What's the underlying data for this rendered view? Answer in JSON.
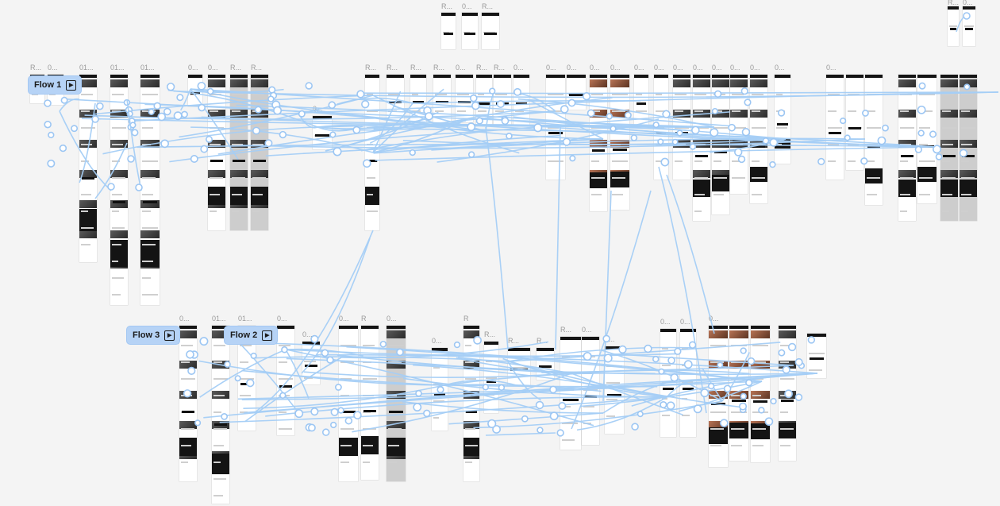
{
  "canvas": {
    "background": "#f4f4f4",
    "accent": "#a4cdf6",
    "frame_dark": "#141414"
  },
  "flows": [
    {
      "label": "Flow 1",
      "icon": "play-icon"
    },
    {
      "label": "Flow 2",
      "icon": "play-icon"
    },
    {
      "label": "Flow 3",
      "icon": "play-icon"
    }
  ],
  "frame_labels": {
    "top_cluster": [
      "R...",
      "0...",
      "R..."
    ],
    "top_right": [
      "R...",
      "0..."
    ],
    "row1": [
      "R...",
      "0...",
      "01...",
      "01...",
      "01...",
      "0...",
      "0...",
      "R...",
      "R...",
      "0...",
      "R...",
      "R...",
      "R...",
      "R...",
      "0...",
      "R...",
      "R...",
      "0...",
      "0...",
      "0...",
      "0...",
      "0...",
      "0...",
      "0...",
      "0...",
      "0...",
      "0...",
      "0...",
      "0...",
      "0...",
      "0..."
    ],
    "mid": [
      "R"
    ],
    "row2": [
      "0...",
      "01...",
      "01...",
      "0...",
      "0...",
      "0...",
      "R",
      "0...",
      "0...",
      "R",
      "R...",
      "R...",
      "R...",
      "R...",
      "0...",
      "0...",
      "0...",
      "0...",
      "0..."
    ]
  }
}
